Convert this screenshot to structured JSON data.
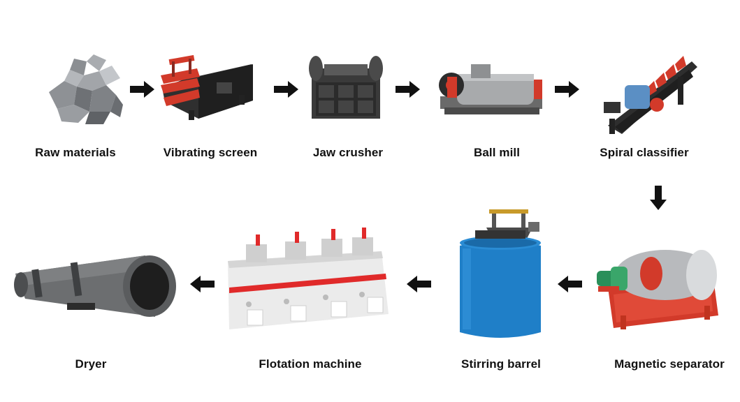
{
  "diagram": {
    "colors": {
      "arrow": "#111111",
      "steel_red": "#d23a2a",
      "steel_dark": "#3c3c3c",
      "steel_grey": "#9c9ea0",
      "tank_blue": "#1f7fc8",
      "label_text": "#111111"
    },
    "steps": [
      {
        "label": "Raw materials",
        "icon": "raw-materials-icon"
      },
      {
        "label": "Vibrating screen",
        "icon": "vibrating-screen-icon"
      },
      {
        "label": "Jaw crusher",
        "icon": "jaw-crusher-icon"
      },
      {
        "label": "Ball mill",
        "icon": "ball-mill-icon"
      },
      {
        "label": "Spiral classifier",
        "icon": "spiral-classifier-icon"
      },
      {
        "label": "Magnetic separator",
        "icon": "magnetic-separator-icon"
      },
      {
        "label": "Stirring barrel",
        "icon": "stirring-barrel-icon"
      },
      {
        "label": "Flotation machine",
        "icon": "flotation-machine-icon"
      },
      {
        "label": "Dryer",
        "icon": "dryer-icon"
      }
    ],
    "arrows": [
      "right",
      "right",
      "right",
      "right",
      "down",
      "left",
      "left",
      "left"
    ]
  }
}
